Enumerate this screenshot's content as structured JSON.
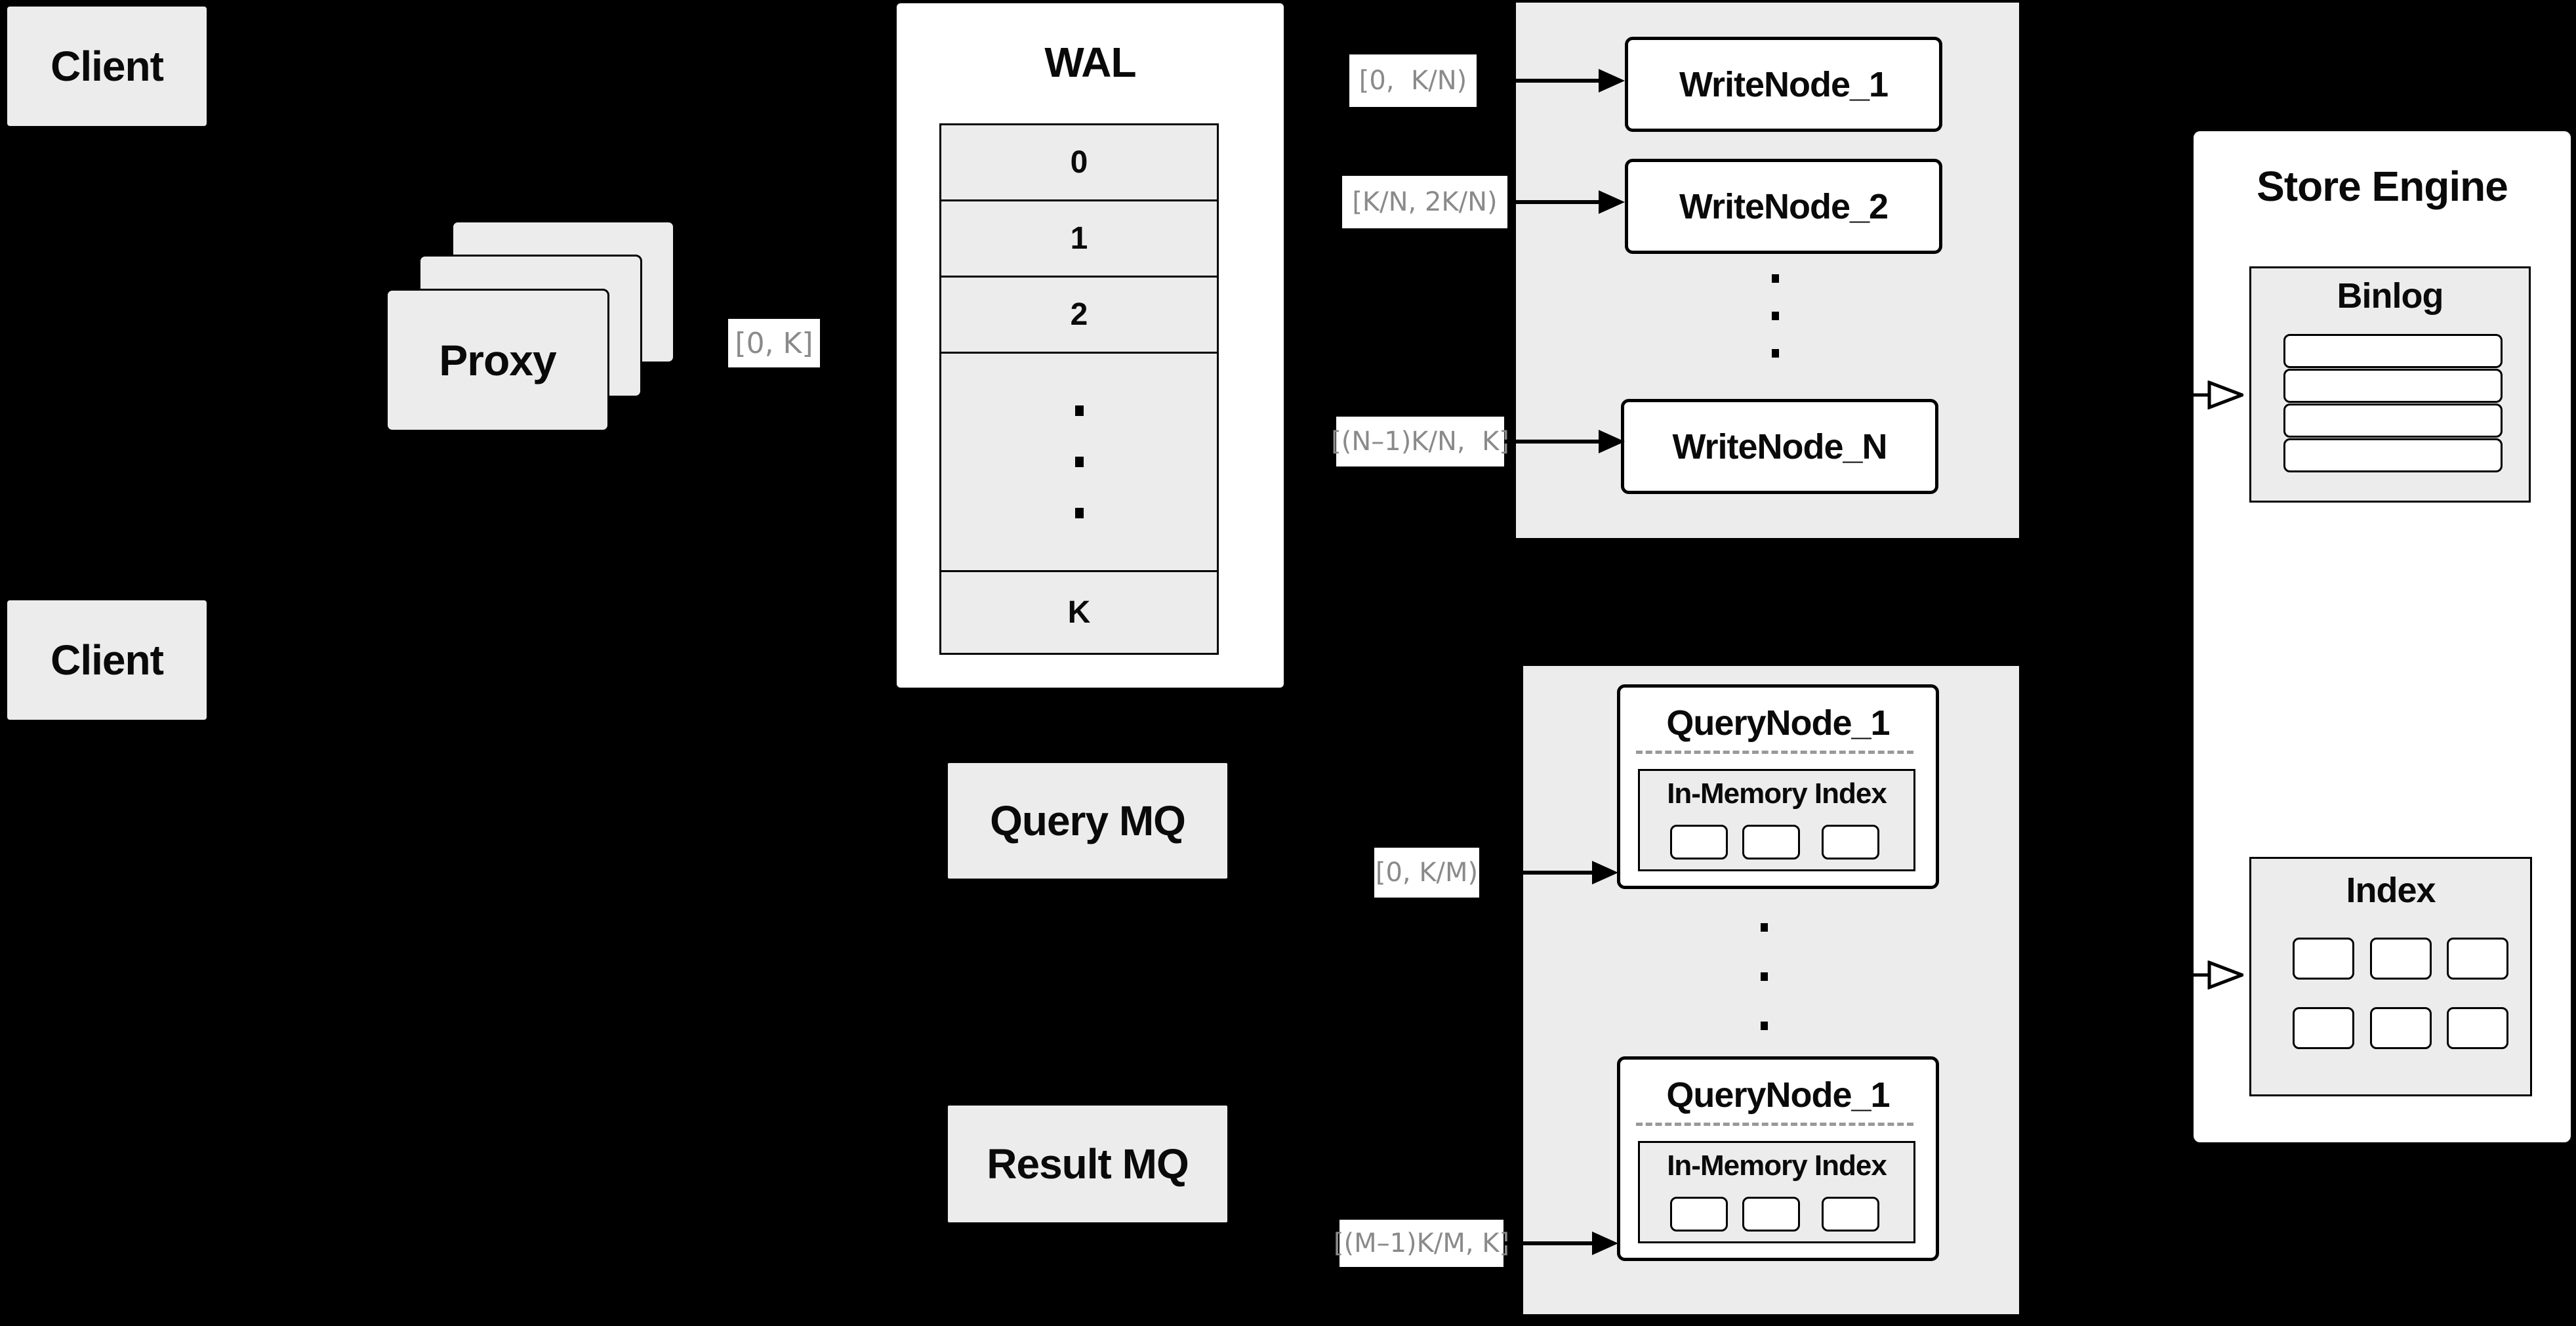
{
  "colors": {
    "background": "#000000",
    "panel_gray": "#ececec",
    "panel_white": "#ffffff",
    "border": "#000000",
    "text": "#0a0a0a",
    "range_label_text": "#8a8a8a",
    "dashed_divider": "#999999"
  },
  "clients": {
    "top_label": "Client",
    "bottom_label": "Client"
  },
  "proxy": {
    "label": "Proxy",
    "range_label": "[0, K]"
  },
  "wal": {
    "title": "WAL",
    "segments": [
      "0",
      "1",
      "2"
    ],
    "last_segment": "K"
  },
  "write_nodes": {
    "nodes": [
      {
        "label": "WriteNode_1",
        "range": "[0,  K/N)"
      },
      {
        "label": "WriteNode_2",
        "range": "[K/N, 2K/N)"
      },
      {
        "label": "WriteNode_N",
        "range": "[(N–1)K/N,  K]"
      }
    ]
  },
  "mq": {
    "query": "Query MQ",
    "result": "Result MQ"
  },
  "query_nodes": {
    "nodes": [
      {
        "label": "QueryNode_1",
        "memory_label": "In-Memory Index",
        "range": "[0, K/M)"
      },
      {
        "label": "QueryNode_1",
        "memory_label": "In-Memory Index",
        "range": "[(M–1)K/M, K]"
      }
    ]
  },
  "store_engine": {
    "title": "Store Engine",
    "binlog_label": "Binlog",
    "index_label": "Index"
  },
  "icons": {
    "solid_arrow": "solid-right-arrow-icon",
    "open_arrow": "open-right-arrow-icon",
    "vertical_dots": "vertical-ellipsis-icon"
  }
}
